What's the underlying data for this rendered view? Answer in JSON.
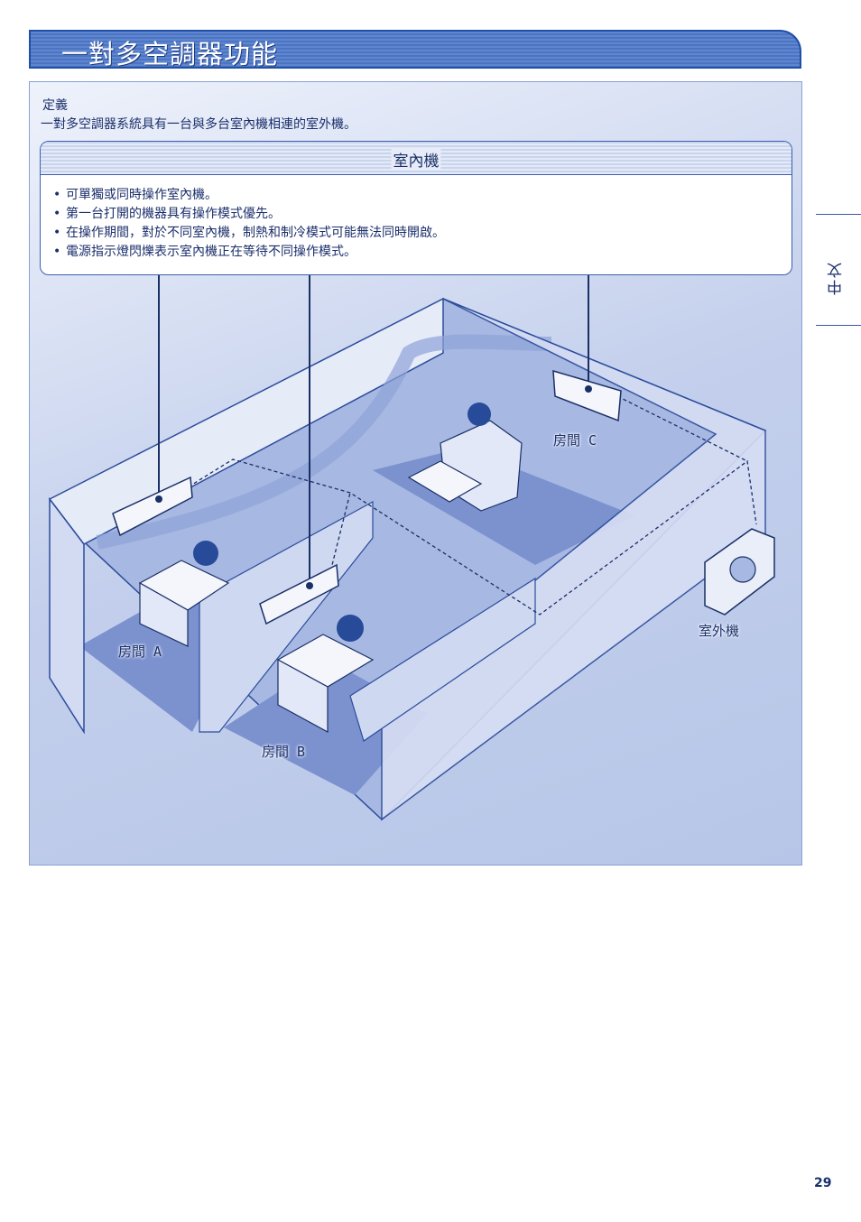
{
  "header": {
    "title": "一對多空調器功能"
  },
  "definition": {
    "label": "定義",
    "text": "一對多空調器系統具有一台與多台室內機相連的室外機。"
  },
  "indoor_unit": {
    "title": "室內機",
    "bullets": [
      "可單獨或同時操作室內機。",
      "第一台打開的機器具有操作模式優先。",
      "在操作期間，對於不同室內機，制熱和制冷模式可能無法同時開啟。",
      "電源指示燈閃爍表示室內機正在等待不同操作模式。"
    ],
    "bullet_symbol": "•"
  },
  "rooms": {
    "room_a": "房間 A",
    "room_b": "房間 B",
    "room_c": "房間 C",
    "outdoor": "室外機"
  },
  "side_tab": {
    "label": "中文"
  },
  "page_number": "29",
  "colors": {
    "accent": "#1f4fa6",
    "panel": "#c3cfec",
    "ink": "#1b2f6b"
  }
}
